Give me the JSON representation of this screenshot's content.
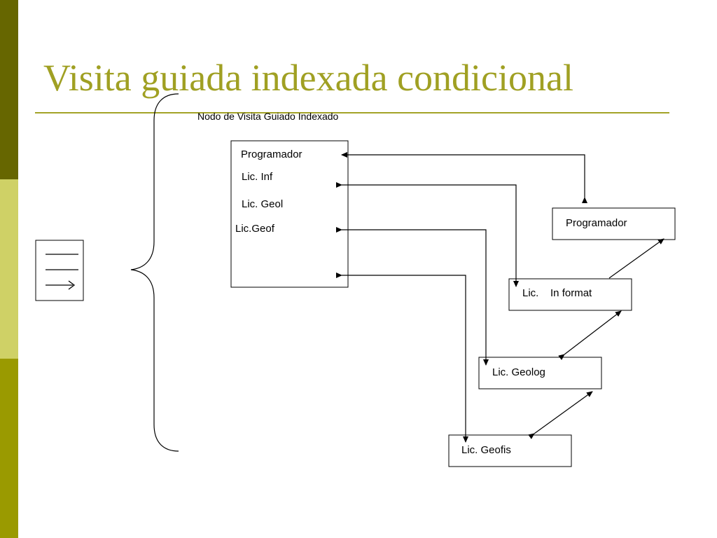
{
  "slide": {
    "title": "Visita guiada indexada condicional",
    "colors": {
      "title": "#a0a023",
      "rule": "#a3a327",
      "bar_dark": "#666600",
      "bar_light": "#cfd166",
      "bar_mid": "#9a9a00"
    }
  },
  "diagram": {
    "node_label": "Nodo de Visita Guiado Indexado",
    "index_node": {
      "entries": [
        "Programador",
        "Lic. Inf",
        "Lic. Geol",
        "Lic.Geof"
      ]
    },
    "records": [
      {
        "label": "Programador"
      },
      {
        "label": "Lic.    In format"
      },
      {
        "label": "Lic. Geolog"
      },
      {
        "label": "Lic. Geofis"
      }
    ],
    "icon": "list-with-arrow-icon"
  }
}
